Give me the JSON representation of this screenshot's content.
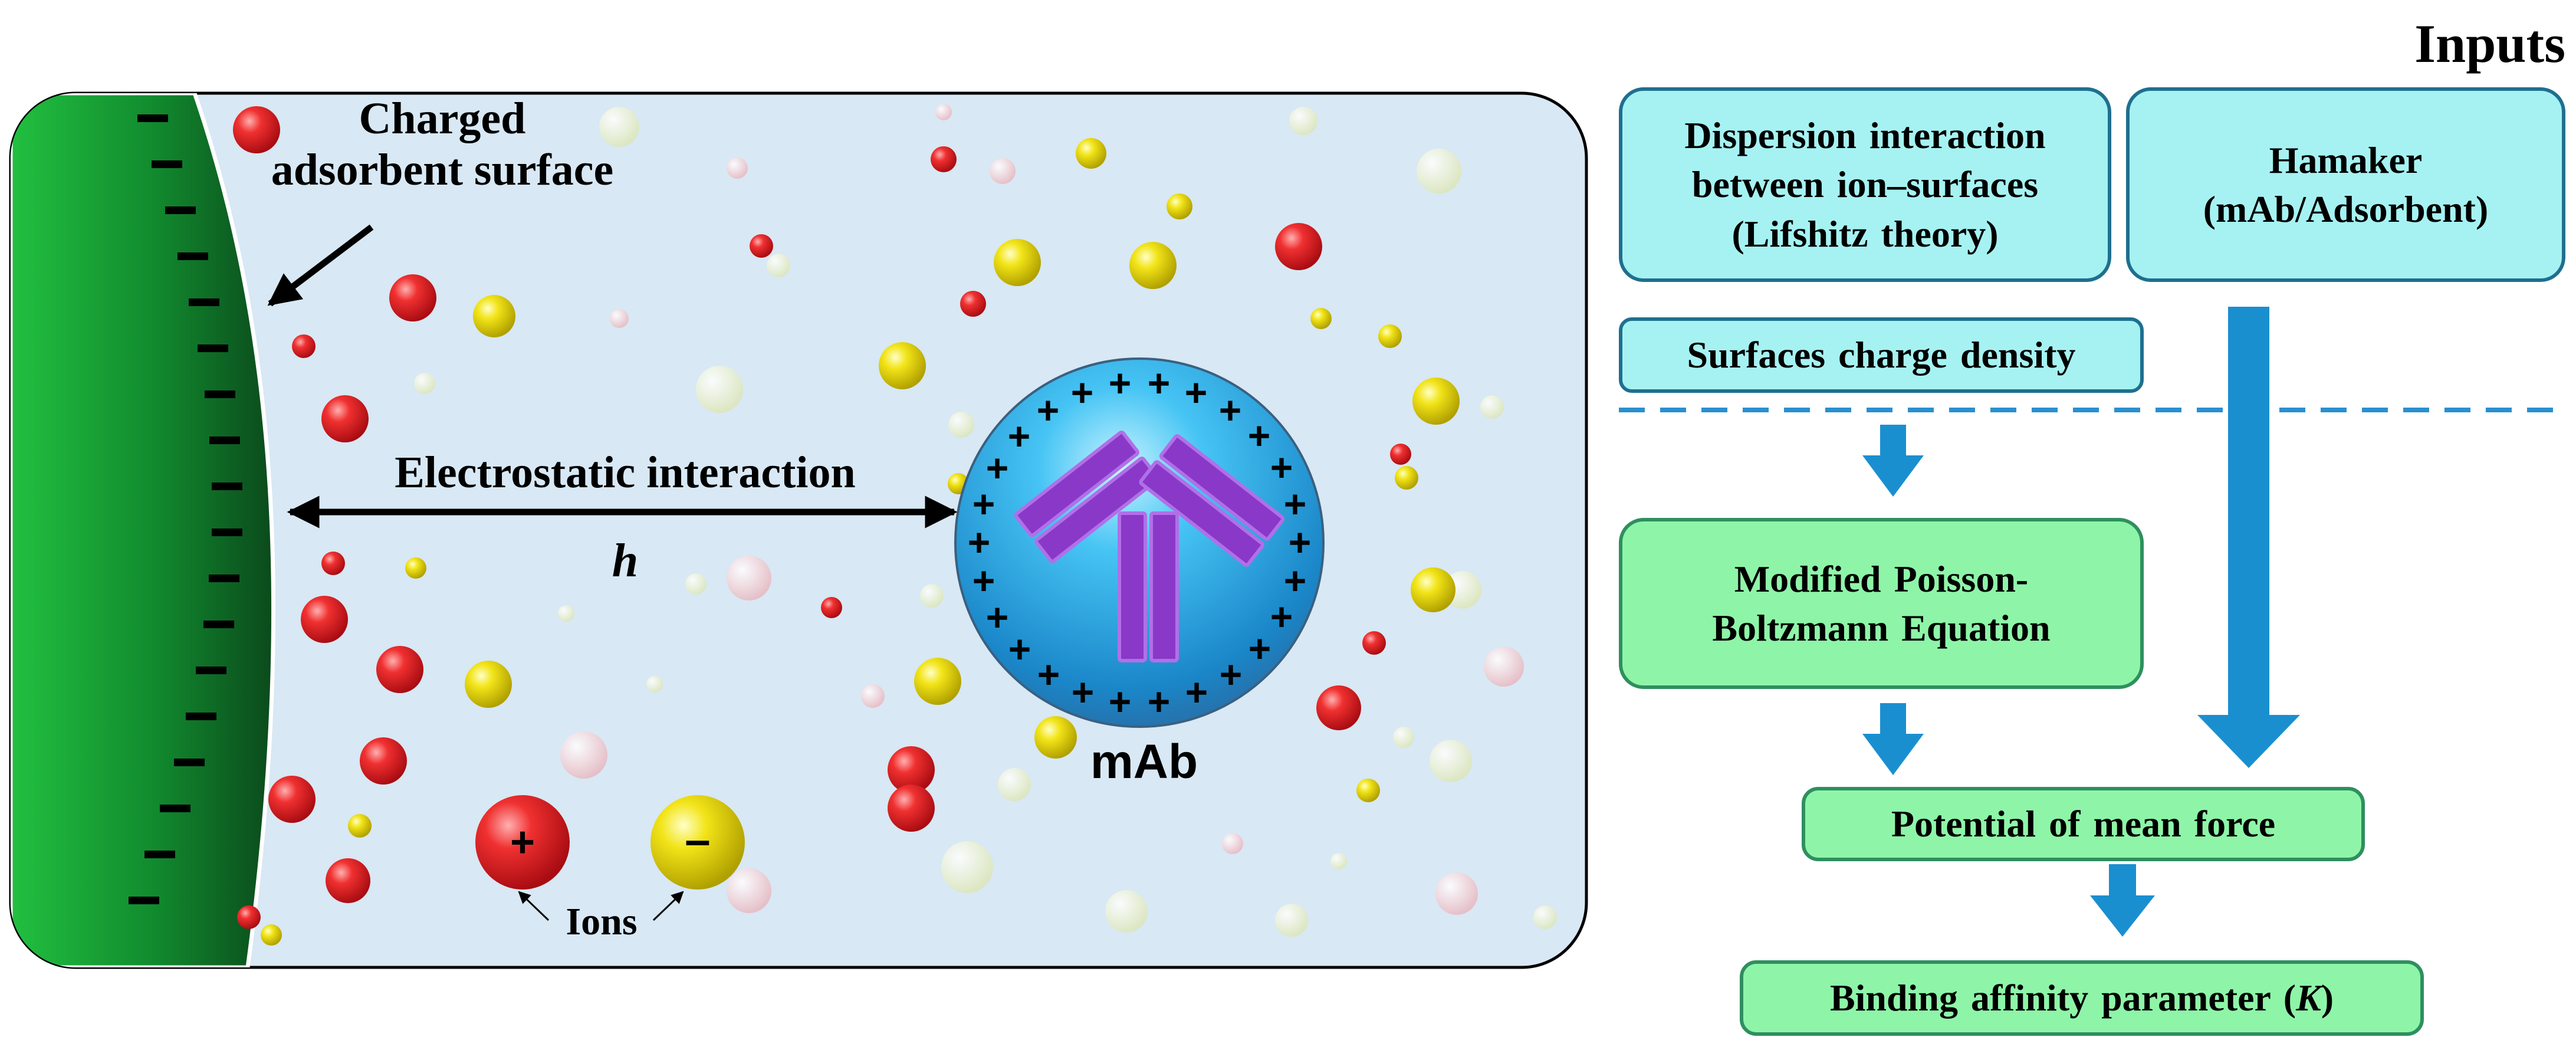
{
  "labels": {
    "charged_surface": "Charged\nadsorbent surface",
    "electrostatic": "Electrostatic interaction",
    "distance": "h",
    "mab": "mAb",
    "ions": "Ions",
    "inputs": "Inputs"
  },
  "symbols": {
    "plus": "+",
    "minus": "–"
  },
  "boxes": {
    "dispersion": "Dispersion interaction\nbetween ion–surfaces\n(Lifshitz theory)",
    "hamaker": "Hamaker\n(mAb/Adsorbent)",
    "charge_density": "Surfaces charge density",
    "poisson": "Modified Poisson-\nBoltzmann Equation",
    "pmf": "Potential of mean force",
    "affinity_prefix": "Binding affinity parameter (",
    "affinity_symbol": "K",
    "affinity_suffix": ")"
  },
  "colors": {
    "panel_bg": "#d8e8f4",
    "surface_green": "#18a838",
    "cation_red": "#e8202a",
    "anion_yellow": "#f0e010",
    "mab_blue": "#2aa8e8",
    "antibody_purple": "#8a38c8",
    "arrow_blue": "#1a8fd0",
    "cyan_box": "#a6f2f2",
    "green_box": "#8ef5a8"
  }
}
